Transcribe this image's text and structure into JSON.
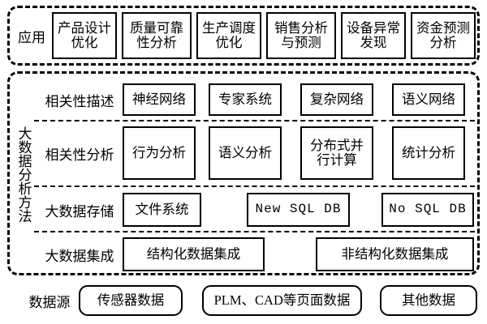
{
  "diagram": {
    "title_semantics": "big-data-analysis-method-architecture",
    "colors": {
      "line": "#000000",
      "background": "#ffffff",
      "box_fill": "#ffffff"
    },
    "layers": [
      {
        "id": "application",
        "label": "应用",
        "border": "dashed",
        "items": [
          "产品设计优化",
          "质量可靠性分析",
          "生产调度优化",
          "销售分析与预测",
          "设备异常发现",
          "资金预测分析"
        ]
      },
      {
        "id": "big-data-analysis-method",
        "label": "大数据分析方法",
        "border": "dashed",
        "rows": [
          {
            "id": "correlation-description",
            "label": "相关性描述",
            "items": [
              "神经网络",
              "专家系统",
              "复杂网络",
              "语义网络"
            ]
          },
          {
            "id": "correlation-analysis",
            "label": "相关性分析",
            "items": [
              "行为分析",
              "语义分析",
              "分布式并行计算",
              "统计分析"
            ]
          },
          {
            "id": "big-data-storage",
            "label": "大数据存储",
            "items": [
              "文件系统",
              "New SQL DB",
              "No SQL DB"
            ]
          },
          {
            "id": "big-data-integration",
            "label": "大数据集成",
            "items": [
              "结构化数据集成",
              "非结构化数据集成"
            ]
          }
        ]
      },
      {
        "id": "data-source",
        "label": "数据源",
        "border": "none",
        "items": [
          "传感器数据",
          "PLM、CAD等页面数据",
          "其他数据"
        ]
      }
    ]
  }
}
